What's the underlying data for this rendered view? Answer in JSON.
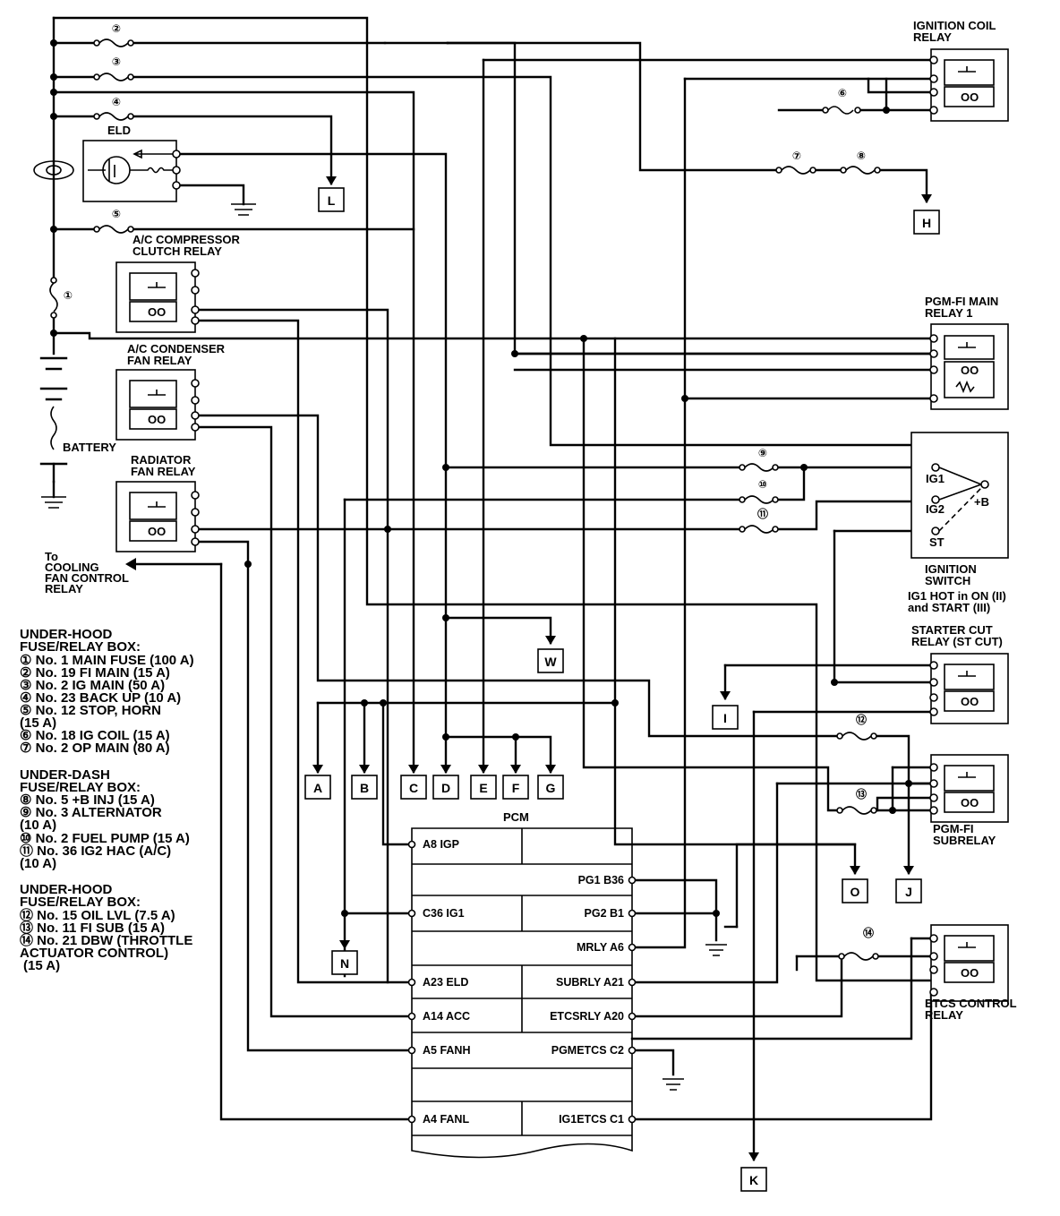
{
  "relays": {
    "ignition_coil": [
      "IGNITION COIL",
      "RELAY"
    ],
    "pgm_fi_main": [
      "PGM-FI MAIN",
      "RELAY 1"
    ],
    "ac_compressor": [
      "A/C COMPRESSOR",
      "CLUTCH RELAY"
    ],
    "ac_condenser": [
      "A/C CONDENSER",
      "FAN RELAY"
    ],
    "radiator_fan": [
      "RADIATOR",
      "FAN RELAY"
    ],
    "starter_cut": [
      "STARTER CUT",
      "RELAY (ST CUT)"
    ],
    "pgm_fi_sub": [
      "PGM-FI",
      "SUBRELAY"
    ],
    "etcs_control": [
      "ETCS CONTROL",
      "RELAY"
    ]
  },
  "components": {
    "eld": "ELD",
    "battery": "BATTERY",
    "pcm": "PCM",
    "cooling_fan": [
      "To",
      "COOLING",
      "FAN CONTROL",
      "RELAY"
    ]
  },
  "ignition_switch": {
    "title": [
      "IGNITION",
      "SWITCH"
    ],
    "note": [
      "IG1 HOT in ON (II)",
      "and START (III)"
    ],
    "terminals": {
      "ig1": "IG1",
      "ig2": "IG2",
      "st": "ST",
      "b": "+B"
    }
  },
  "fuse_numbers": [
    "②",
    "③",
    "④",
    "⑤",
    "①",
    "⑥",
    "⑦",
    "⑧",
    "⑨",
    "⑩",
    "⑪",
    "⑫",
    "⑬",
    "⑭"
  ],
  "connectors": {
    "L": "L",
    "H": "H",
    "W": "W",
    "I": "I",
    "A": "A",
    "B": "B",
    "C": "C",
    "D": "D",
    "E": "E",
    "F": "F",
    "G": "G",
    "N": "N",
    "O": "O",
    "J": "J",
    "K": "K"
  },
  "pcm_pins": {
    "left": [
      "A8 IGP",
      "C36 IG1",
      "A23 ELD",
      "A14 ACC",
      "A5 FANH",
      "A4 FANL"
    ],
    "right": [
      "PG1 B36",
      "PG2 B1",
      "MRLY A6",
      "SUBRLY A21",
      "ETCSRLY A20",
      "PGMETCS C2",
      "IG1ETCS C1"
    ]
  },
  "legend": {
    "underhood1_title": [
      "UNDER-HOOD",
      "FUSE/RELAY BOX:"
    ],
    "underhood1_items": [
      "① No. 1 MAIN FUSE (100 A)",
      "② No. 19 FI MAIN (15 A)",
      "③ No. 2 IG MAIN (50 A)",
      "④ No. 23 BACK UP (10 A)",
      "⑤ No. 12 STOP, HORN",
      "(15 A)",
      "⑥ No. 18 IG COIL (15 A)",
      "⑦ No. 2 OP MAIN (80 A)"
    ],
    "underdash_title": [
      "UNDER-DASH",
      "FUSE/RELAY BOX:"
    ],
    "underdash_items": [
      "⑧ No. 5 +B INJ (15 A)",
      "⑨ No. 3 ALTERNATOR",
      "(10 A)",
      "⑩ No. 2 FUEL PUMP (15 A)",
      "⑪ No. 36 IG2 HAC (A/C)",
      "(10 A)"
    ],
    "underhood2_title": [
      "UNDER-HOOD",
      "FUSE/RELAY BOX:"
    ],
    "underhood2_items": [
      "⑫ No. 15 OIL LVL (7.5 A)",
      "⑬ No. 11 FI SUB (15 A)",
      "⑭ No. 21 DBW (THROTTLE",
      "ACTUATOR CONTROL)",
      "(15 A)"
    ]
  }
}
